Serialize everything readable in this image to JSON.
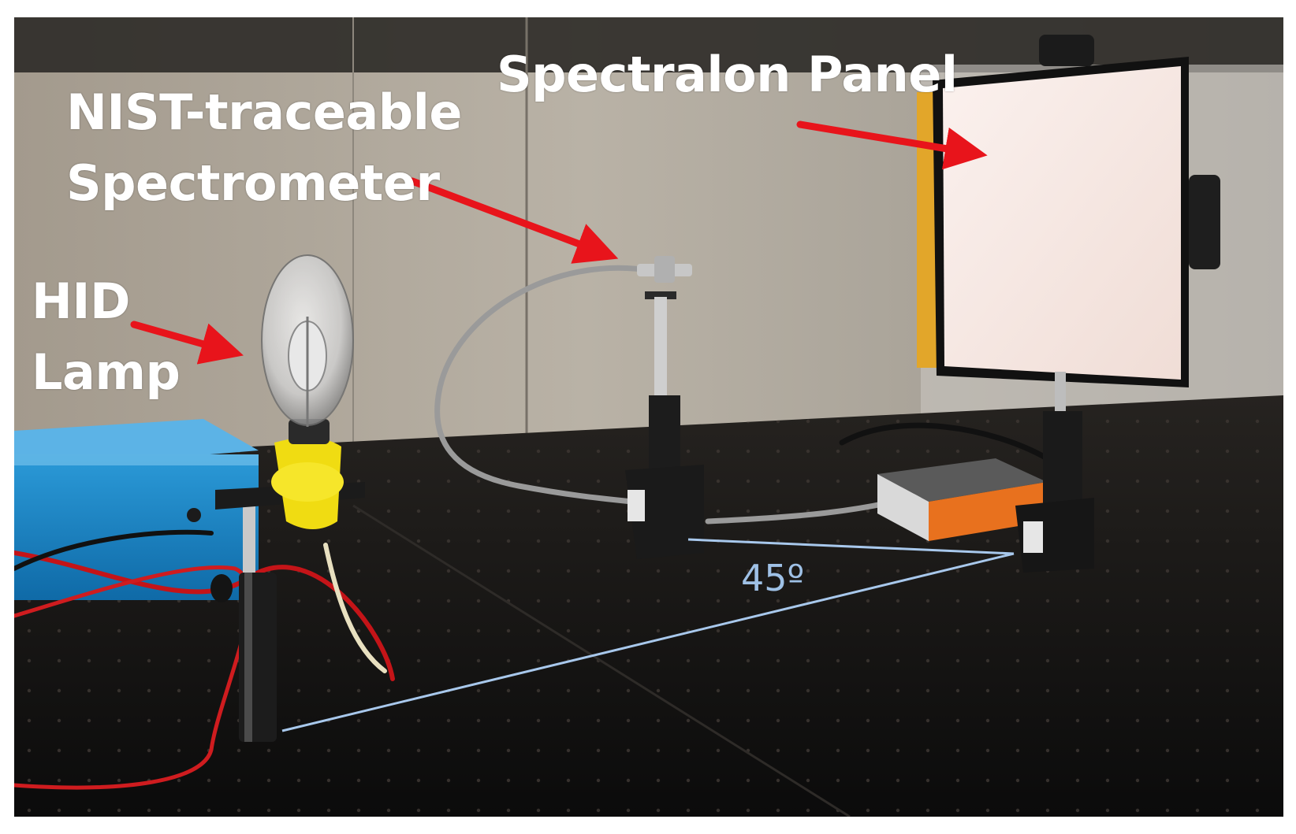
{
  "labels": {
    "spectralon_panel": "Spectralon Panel",
    "spectrometer_line1": "NIST-traceable",
    "spectrometer_line2": "Spectrometer",
    "lamp_line1": "HID",
    "lamp_line2": "Lamp",
    "angle": "45º"
  },
  "colors": {
    "arrow": "#e8141b",
    "label_text": "#ffffff",
    "angle_line": "#a8c8ec",
    "table": "#141414",
    "wall": "#b5aea2",
    "panel": "#f6e9e4",
    "power_supply": "#1a86c9",
    "lamp_socket": "#f2e31a",
    "spectrometer_body": "#e8711e"
  }
}
